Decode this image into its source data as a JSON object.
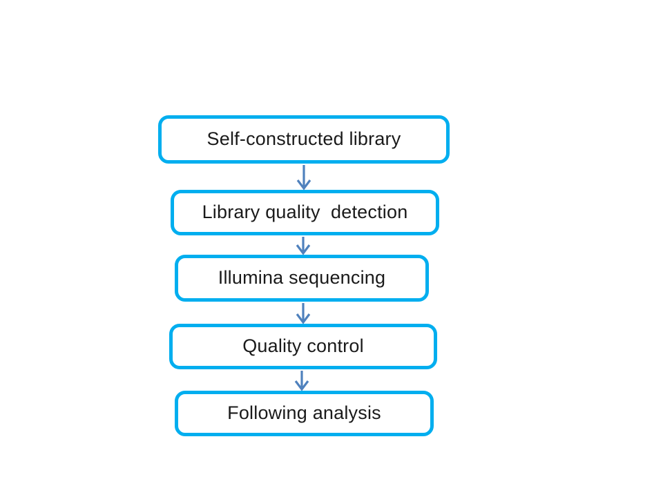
{
  "page": {
    "background_color": "#ffffff"
  },
  "diagram": {
    "type": "flowchart",
    "direction": "top-down",
    "node_border_color": "#00aeef",
    "node_fill_color": "#ffffff",
    "node_text_color": "#1a1a1a",
    "arrow_color": "#4f81bd",
    "nodes": [
      {
        "label": "Self-constructed library"
      },
      {
        "label": "Library quality  detection"
      },
      {
        "label": "Illumina sequencing"
      },
      {
        "label": "Quality control"
      },
      {
        "label": "Following analysis"
      }
    ],
    "edges": [
      {
        "from": "Self-constructed library",
        "to": "Library quality  detection"
      },
      {
        "from": "Library quality  detection",
        "to": "Illumina sequencing"
      },
      {
        "from": "Illumina sequencing",
        "to": "Quality control"
      },
      {
        "from": "Quality control",
        "to": "Following analysis"
      }
    ]
  }
}
